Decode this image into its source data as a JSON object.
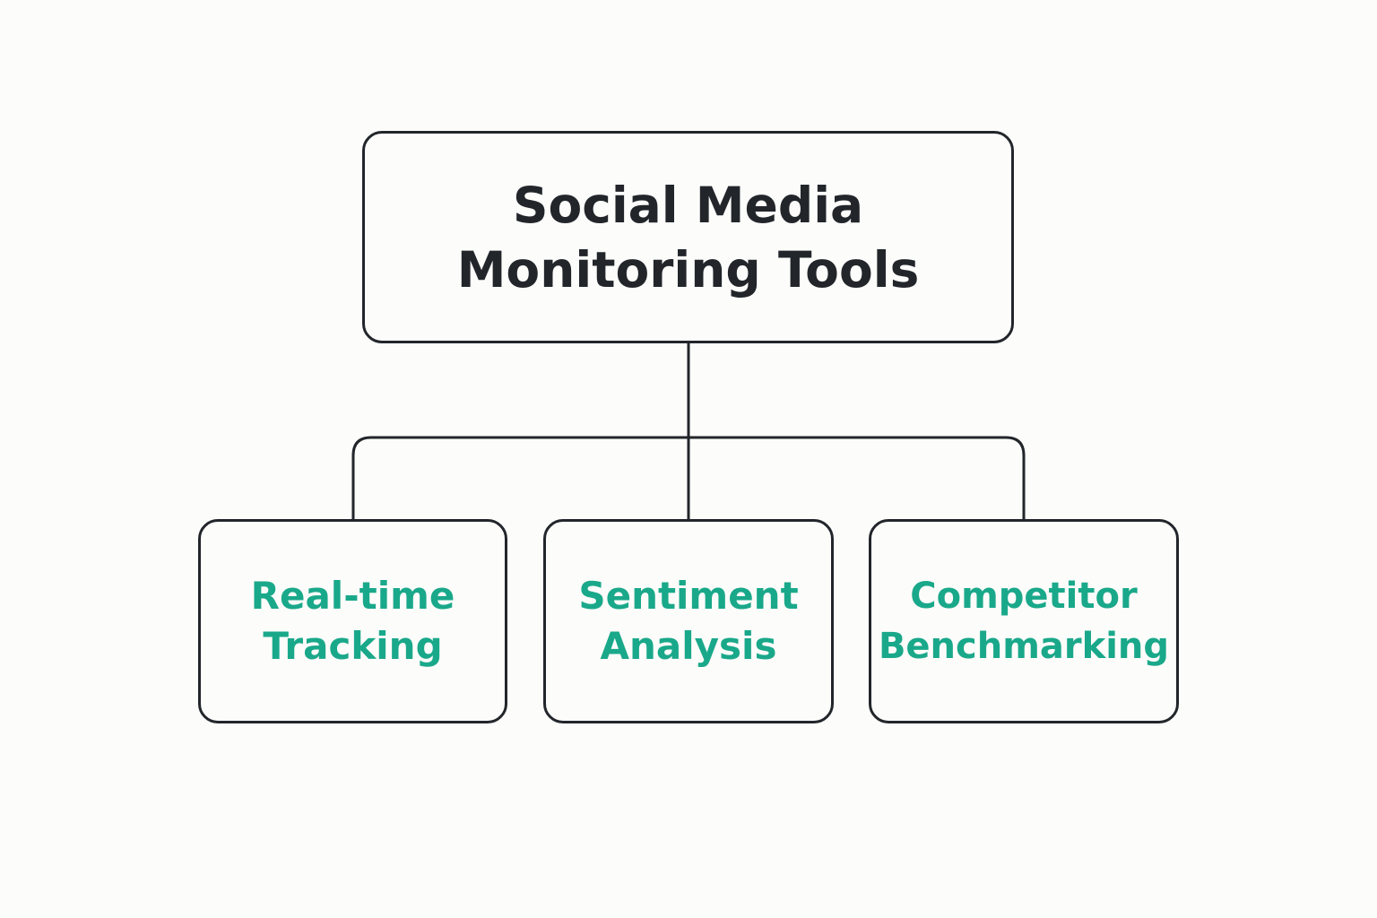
{
  "colors": {
    "background": "#fcfcfa",
    "stroke": "#22262b",
    "root_text": "#22262b",
    "child_text": "#1aa88a"
  },
  "root": {
    "lines": [
      "Social Media",
      "Monitoring Tools"
    ]
  },
  "children": [
    {
      "lines": [
        "Real-time",
        "Tracking"
      ]
    },
    {
      "lines": [
        "Sentiment",
        "Analysis"
      ]
    },
    {
      "lines": [
        "Competitor",
        "Benchmarking"
      ]
    }
  ]
}
